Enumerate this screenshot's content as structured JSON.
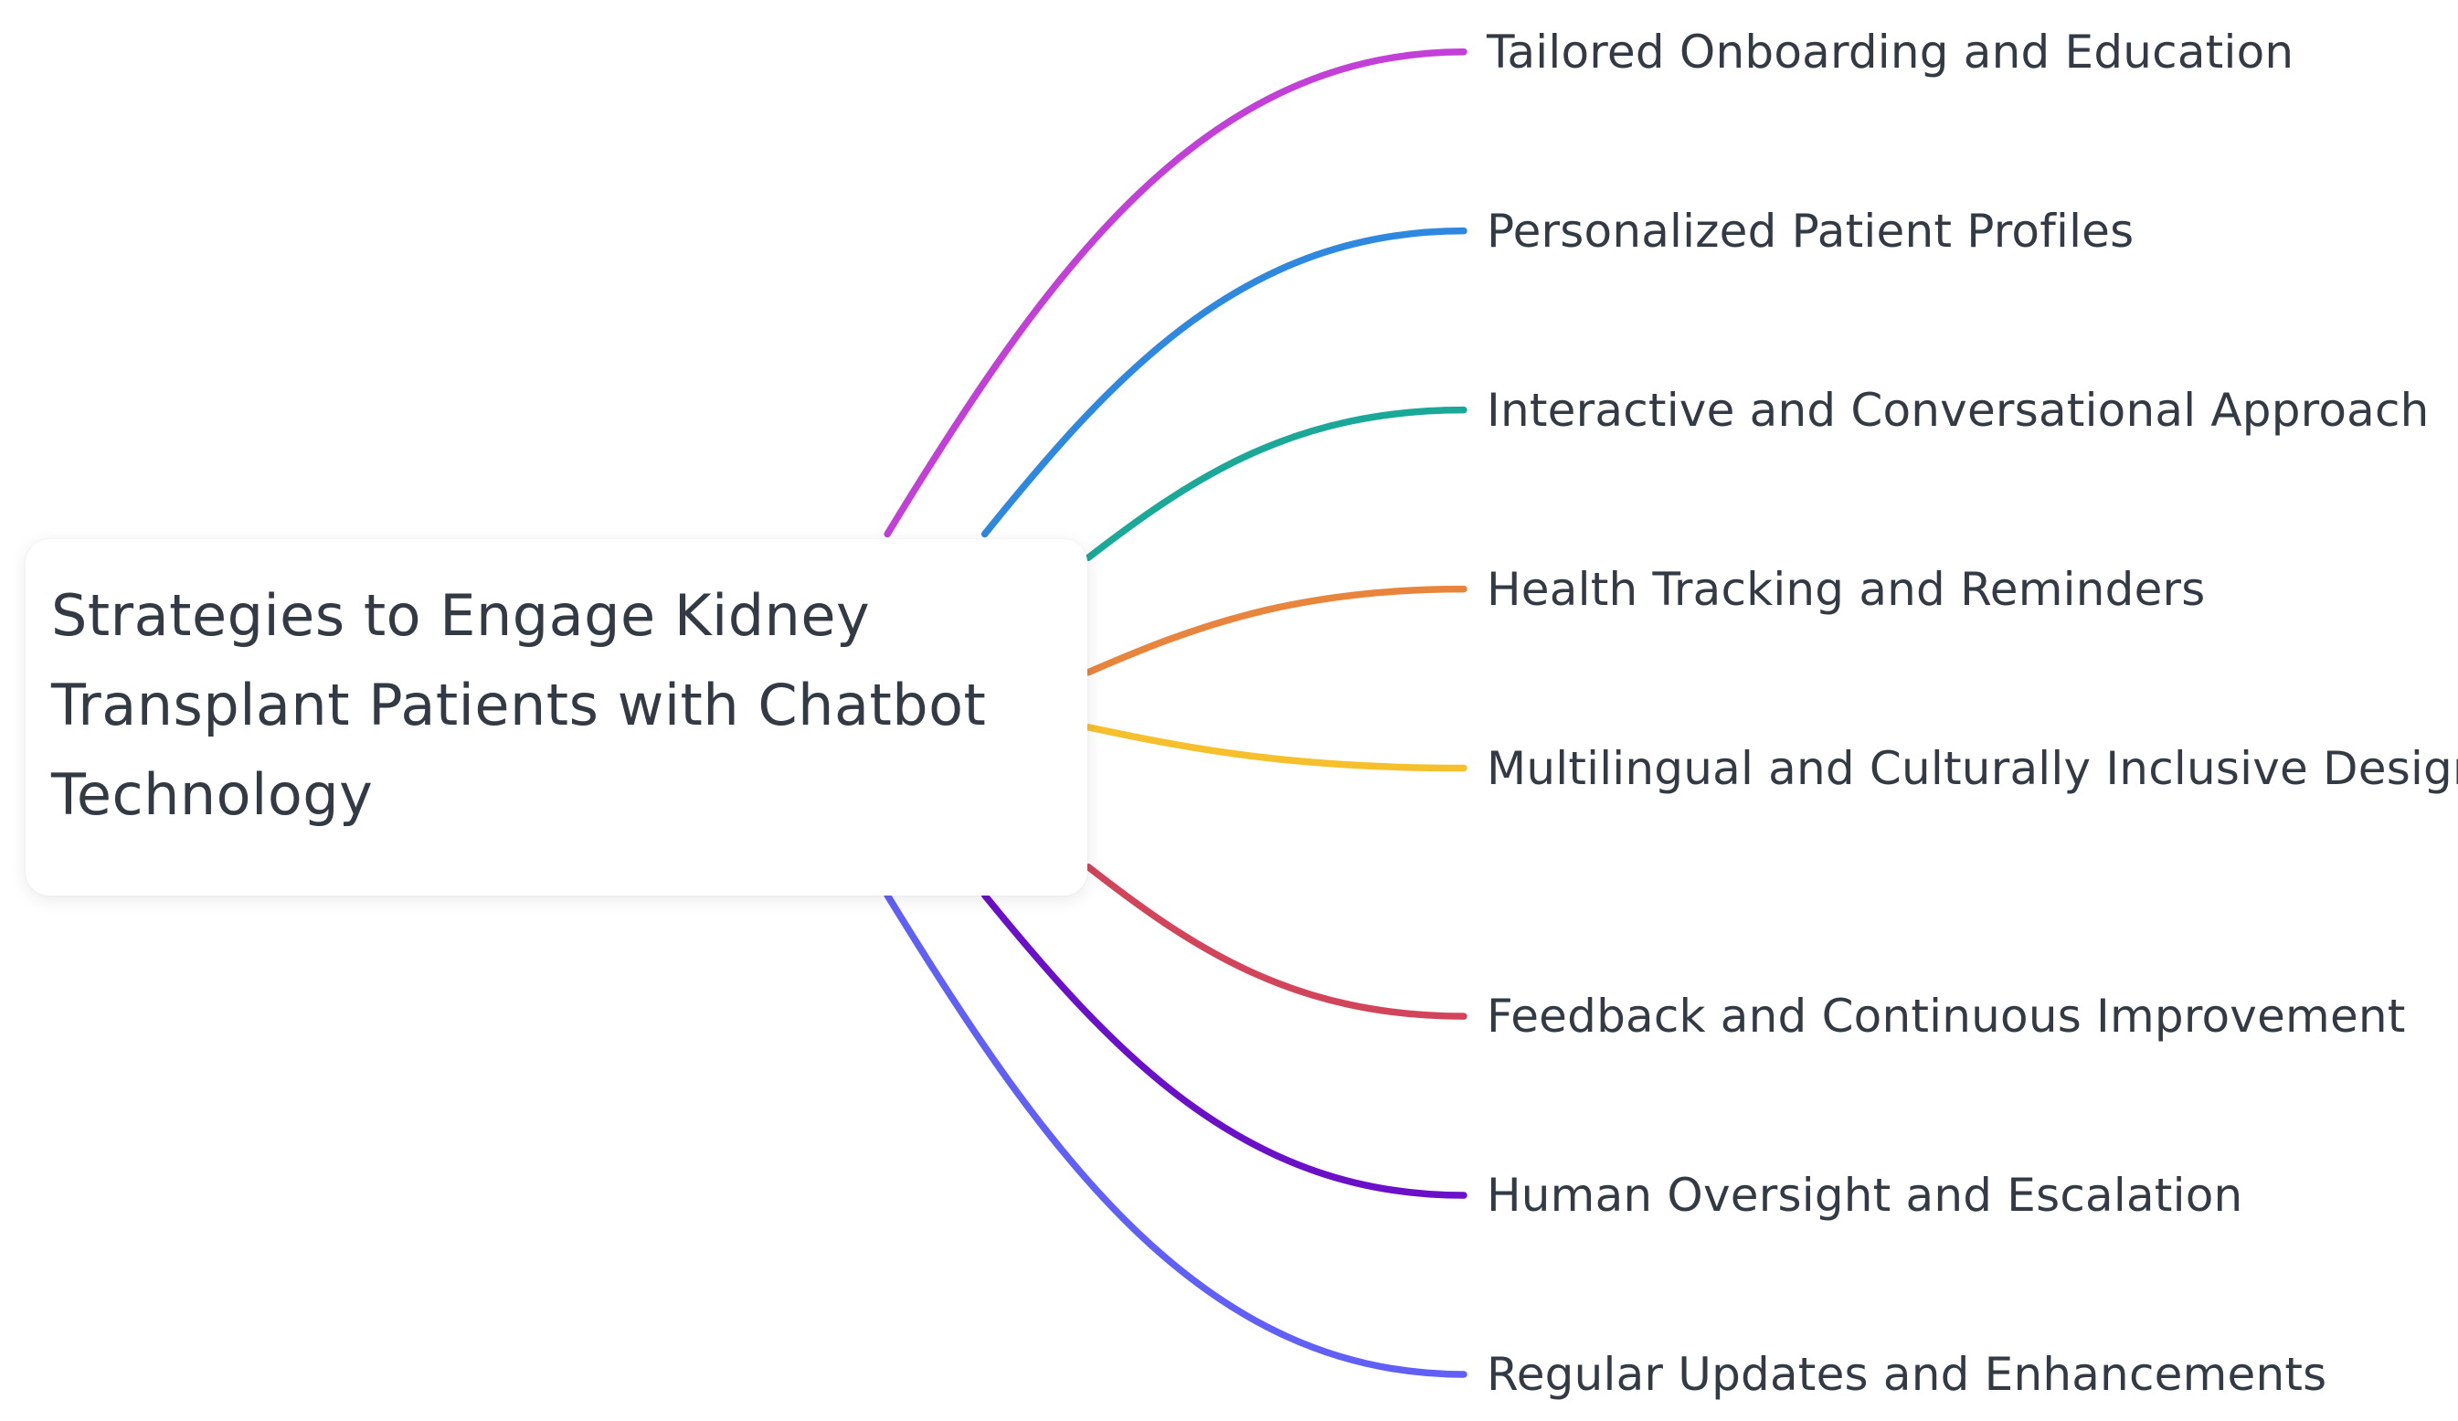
{
  "root": {
    "title": "Strategies to Engage Kidney Transplant Patients with Chatbot Technology"
  },
  "branches": [
    {
      "label": "Tailored Onboarding and Education",
      "color": "#c23fd8"
    },
    {
      "label": "Personalized Patient Profiles",
      "color": "#2f88e0"
    },
    {
      "label": "Interactive and Conversational Approach",
      "color": "#1aa898"
    },
    {
      "label": "Health Tracking and Reminders",
      "color": "#e8843c"
    },
    {
      "label": "Multilingual and Culturally Inclusive Design",
      "color": "#f6bf2c"
    },
    {
      "label": "Feedback and Continuous Improvement",
      "color": "#d2445a"
    },
    {
      "label": "Human Oversight and Escalation",
      "color": "#6a10c8"
    },
    {
      "label": "Regular Updates and Enhancements",
      "color": "#6060f6"
    }
  ]
}
